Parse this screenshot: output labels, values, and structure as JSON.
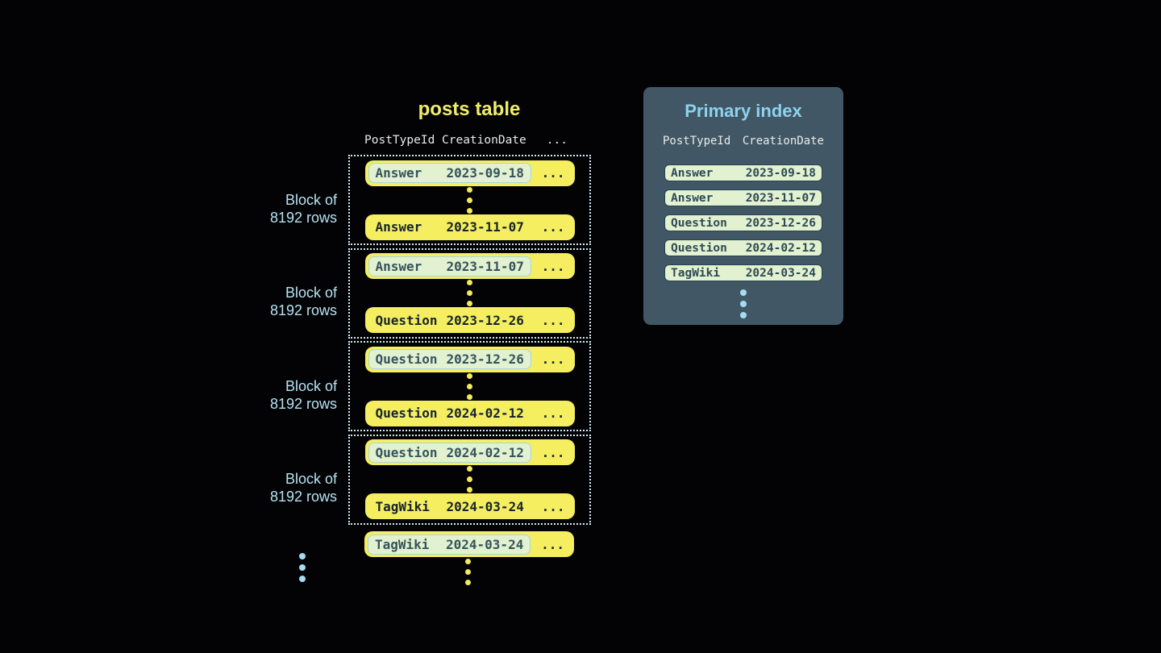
{
  "posts_table": {
    "title": "posts table",
    "headers": {
      "col1": "PostTypeId",
      "col2": "CreationDate",
      "col3": "..."
    },
    "row_more": "...",
    "blocks": [
      {
        "label_line1": "Block of",
        "label_line2": "8192 rows",
        "first_row": {
          "type": "Answer",
          "date": "2023-09-18"
        },
        "last_row": {
          "type": "Answer",
          "date": "2023-11-07"
        }
      },
      {
        "label_line1": "Block of",
        "label_line2": "8192 rows",
        "first_row": {
          "type": "Answer",
          "date": "2023-11-07"
        },
        "last_row": {
          "type": "Question",
          "date": "2023-12-26"
        }
      },
      {
        "label_line1": "Block of",
        "label_line2": "8192 rows",
        "first_row": {
          "type": "Question",
          "date": "2023-12-26"
        },
        "last_row": {
          "type": "Question",
          "date": "2024-02-12"
        }
      },
      {
        "label_line1": "Block of",
        "label_line2": "8192 rows",
        "first_row": {
          "type": "Question",
          "date": "2024-02-12"
        },
        "last_row": {
          "type": "TagWiki",
          "date": "2024-03-24"
        }
      }
    ],
    "overflow_row": {
      "type": "TagWiki",
      "date": "2024-03-24"
    }
  },
  "primary_index": {
    "title": "Primary index",
    "headers": {
      "col1": "PostTypeId",
      "col2": "CreationDate"
    },
    "rows": [
      {
        "type": "Answer",
        "date": "2023-09-18"
      },
      {
        "type": "Answer",
        "date": "2023-11-07"
      },
      {
        "type": "Question",
        "date": "2023-12-26"
      },
      {
        "type": "Question",
        "date": "2024-02-12"
      },
      {
        "type": "TagWiki",
        "date": "2024-03-24"
      }
    ]
  },
  "colors": {
    "background": "#030305",
    "row_yellow": "#f5ee60",
    "row_text_dark": "#16242e",
    "highlight_green": "#e2f1cf",
    "highlight_border_blue": "#a5d6e2",
    "highlight_text_slate": "#35535f",
    "block_dotted_border": "#d2ecf4",
    "block_label_blue": "#b5e2f2",
    "column_header_text": "#e8ebe8",
    "posts_title_yellow": "#f1ee6b",
    "panel_background": "#415765",
    "panel_title_blue": "#8ed2ed",
    "index_row_border": "#24424e",
    "blue_dot": "#a5dcf1",
    "yellow_dot": "#f2e95f"
  }
}
